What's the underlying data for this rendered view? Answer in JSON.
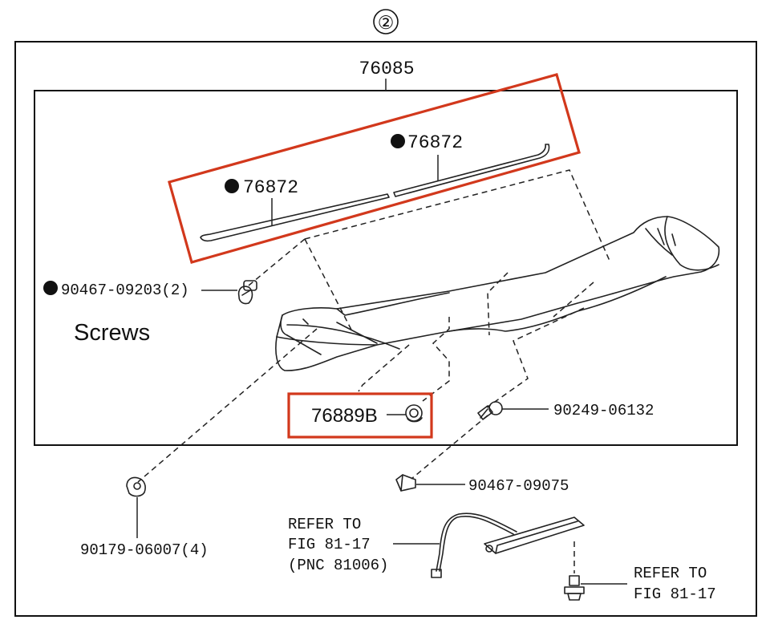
{
  "header": {
    "section_number": "②"
  },
  "assembly": {
    "part_no": "76085"
  },
  "labels": {
    "protector_upper": "76872",
    "protector_lower": "76872",
    "clip_screw": "90467-09203(2)",
    "annotation": "Screws",
    "grommet": "76889B",
    "screw_right": "90249-06132",
    "clip_mid": "90467-09075",
    "nut_left": "90179-06007(4)",
    "refer_lamp_line1": "REFER TO",
    "refer_lamp_line2": "FIG 81-17",
    "refer_lamp_line3": "(PNC 81006)",
    "refer_bolt_line1": "REFER TO",
    "refer_bolt_line2": "FIG 81-17"
  },
  "colors": {
    "highlight": "#d2381c",
    "ink": "#222222"
  }
}
